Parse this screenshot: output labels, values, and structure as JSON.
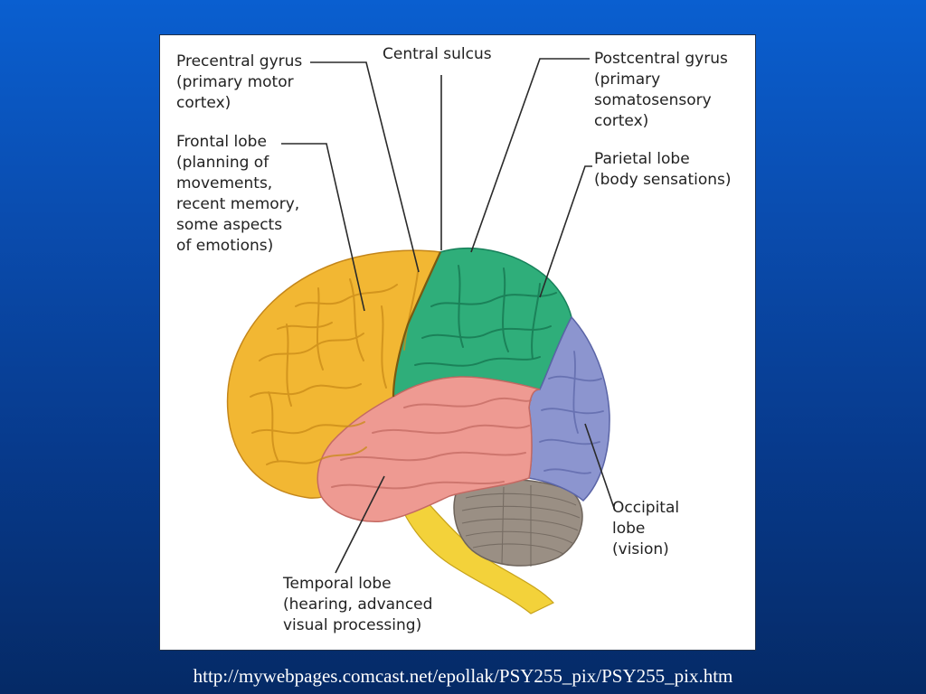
{
  "labels": {
    "precentral": [
      "Precentral gyrus",
      "(primary motor",
      "cortex)"
    ],
    "central": [
      "Central sulcus"
    ],
    "postcentral": [
      "Postcentral gyrus",
      "(primary",
      "somatosensory",
      "cortex)"
    ],
    "frontal": [
      "Frontal lobe",
      "(planning of",
      "movements,",
      "recent memory,",
      "some aspects",
      "of emotions)"
    ],
    "parietal": [
      "Parietal lobe",
      "(body sensations)"
    ],
    "occipital": [
      "Occipital",
      "lobe",
      "(vision)"
    ],
    "temporal": [
      "Temporal lobe",
      "(hearing, advanced",
      "visual processing)"
    ]
  },
  "source_url": "http://mywebpages.comcast.net/epollak/PSY255_pix/PSY255_pix.htm",
  "colors": {
    "frontal": "#f2b733",
    "parietal": "#2fae7a",
    "occipital": "#8c95cf",
    "temporal": "#ee9a92",
    "cerebellum": "#9a8f84",
    "brainstem": "#f3d23a",
    "background": "#0a4db0"
  }
}
